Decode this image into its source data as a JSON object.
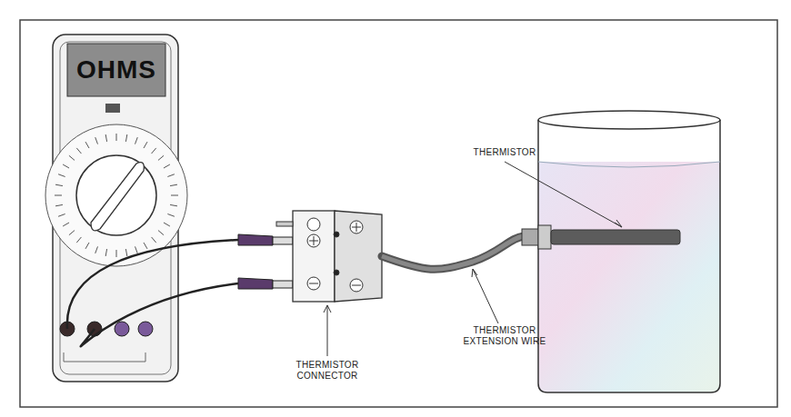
{
  "diagram": {
    "nodes": [
      {
        "text": [
          "OHMS"
        ]
      }
    ],
    "labels": [
      "THERMISTOR",
      "THERMISTOR CONNECTOR",
      "THERMISTOR EXTENSION WIRE"
    ]
  }
}
